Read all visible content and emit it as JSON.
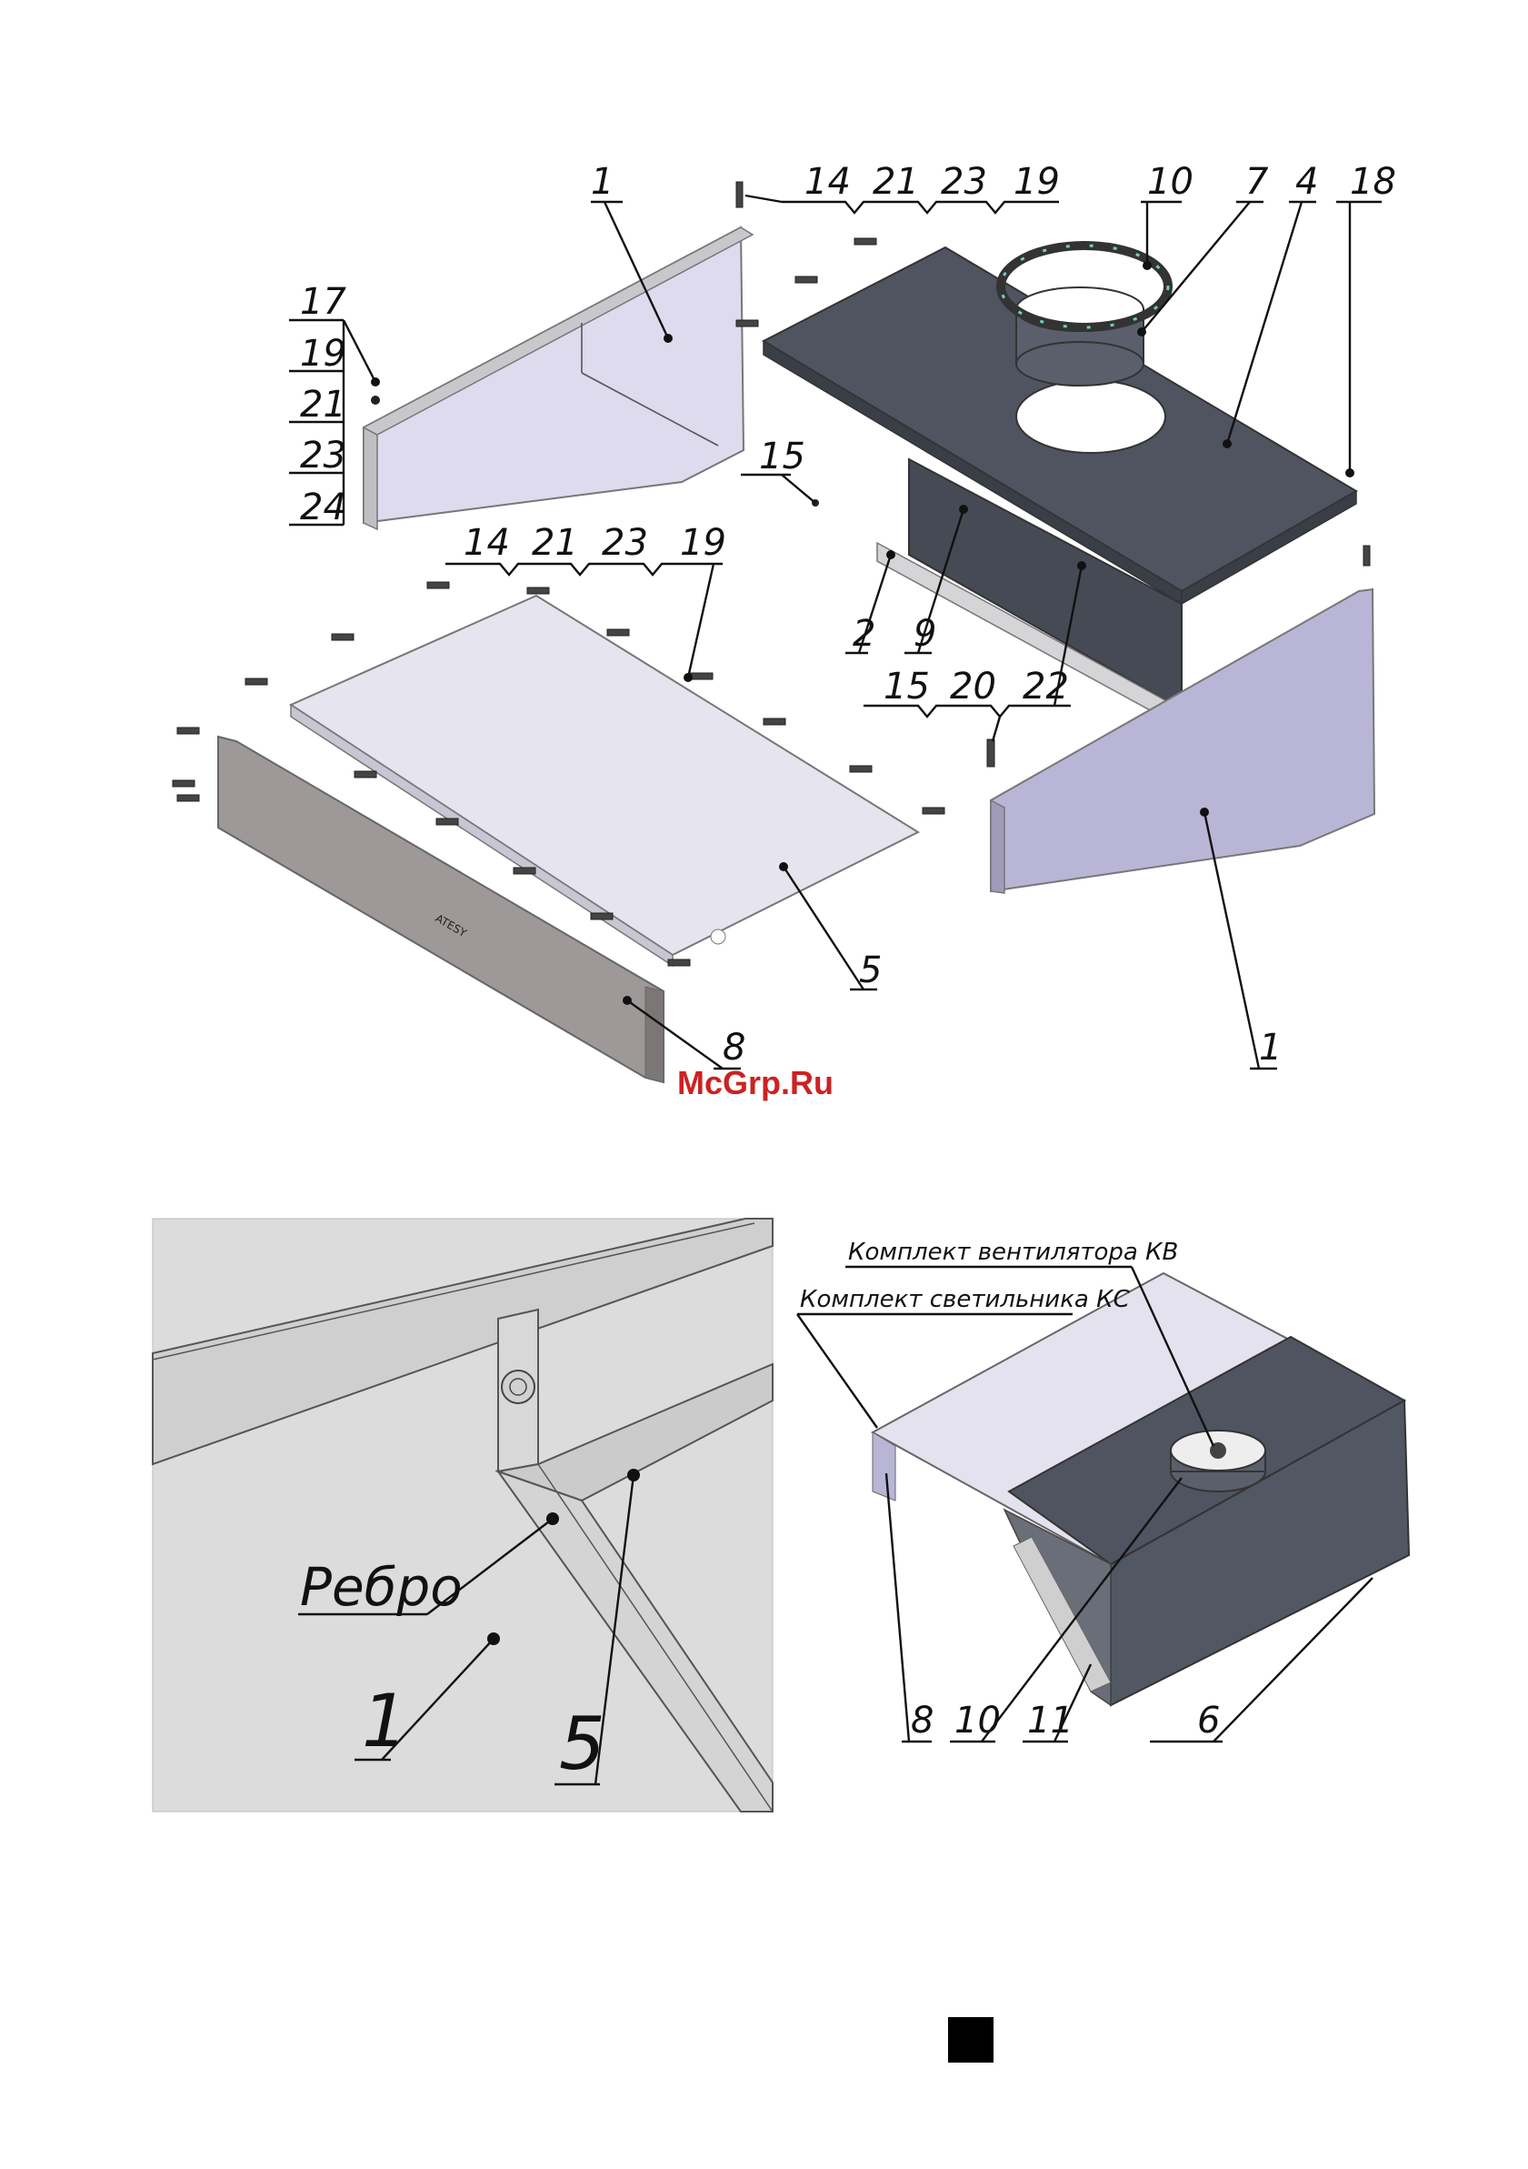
{
  "exploded_view": {
    "callouts": {
      "side_panel_left": "1",
      "side_panel_right": "1",
      "channel": "2",
      "top_panel": "4",
      "bottom_panel": "5",
      "duct_collar": "7",
      "front_panel": "8",
      "inner_panel": "9",
      "flange_ring": "10",
      "screw_top": "15",
      "corner_bracket": "18"
    },
    "hardware_groups": {
      "top_row": [
        "14",
        "21",
        "23",
        "19"
      ],
      "middle_row": [
        "14",
        "21",
        "23",
        "19"
      ],
      "bottom_row": [
        "15",
        "20",
        "22"
      ],
      "left_stack": [
        "17",
        "19",
        "21",
        "23",
        "24"
      ]
    },
    "brand_text": "ATESY",
    "watermark": "McGrp.Ru"
  },
  "detail_view": {
    "rib_label": "Ребро",
    "part_a": "1",
    "part_b": "5"
  },
  "assembled_view": {
    "fan_kit_label": "Комплект вентилятора КВ",
    "light_kit_label": "Комплект светильника КС",
    "callouts": [
      "8",
      "10",
      "11",
      "6"
    ]
  },
  "colors": {
    "dark_metal": "#4f5460",
    "light_panel": "#e6e4ef",
    "lavender_panel": "#b9b5d6",
    "front_panel": "#9e9898",
    "detail_bg": "#dcdcdc",
    "watermark": "#cc2222"
  }
}
